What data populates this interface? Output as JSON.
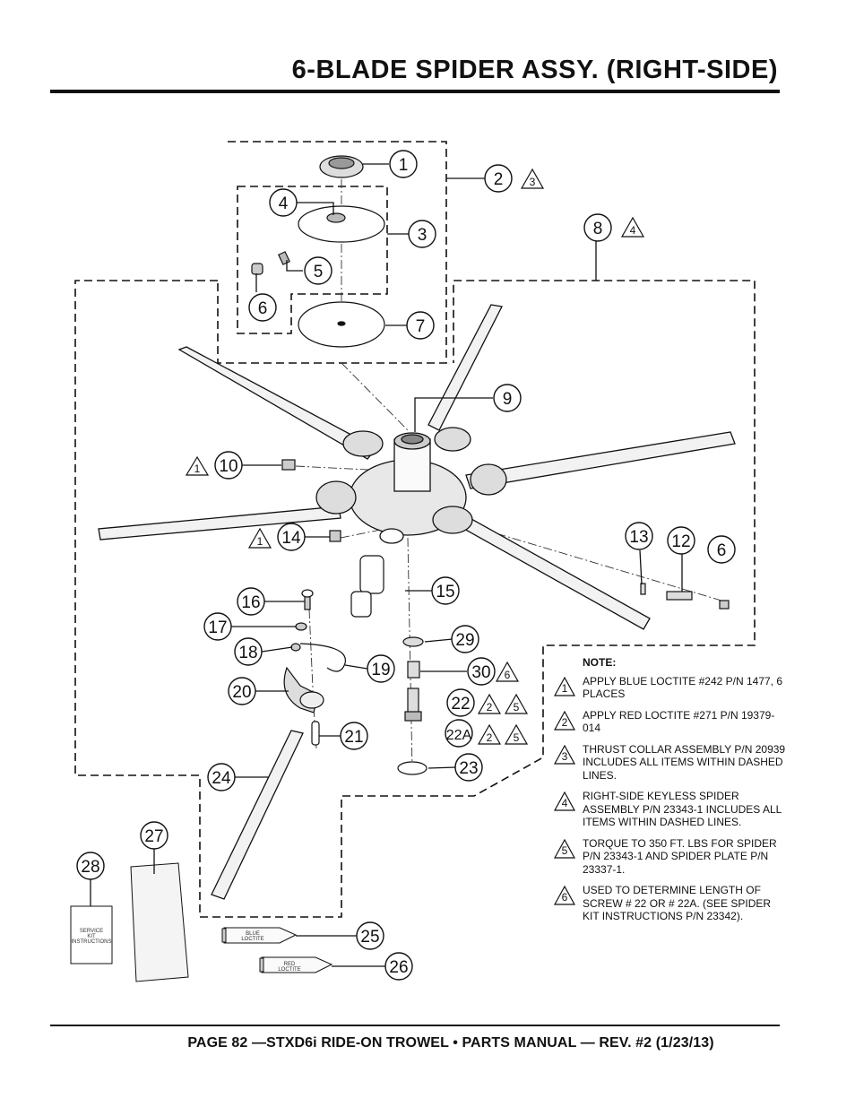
{
  "page_title": "6-BLADE SPIDER ASSY. (RIGHT-SIDE)",
  "footer": "PAGE 82 —STXD6i RIDE-ON TROWEL • PARTS MANUAL — REV. #2 (1/23/13)",
  "callouts": [
    "1",
    "2",
    "3",
    "4",
    "5",
    "6",
    "7",
    "8",
    "9",
    "10",
    "14",
    "13",
    "12",
    "6",
    "15",
    "16",
    "17",
    "18",
    "19",
    "20",
    "29",
    "30",
    "22",
    "22A",
    "21",
    "23",
    "24",
    "27",
    "28",
    "25",
    "26"
  ],
  "triangle_refs": [
    "3",
    "4",
    "1",
    "1",
    "6",
    "2",
    "5",
    "2",
    "5"
  ],
  "labels": {
    "service_kit": "SERVICE KIT INSTRUCTIONS",
    "blue_loctite": "BLUE LOCTITE",
    "red_loctite": "RED LOCTITE"
  },
  "notes": {
    "header": "NOTE:",
    "items": [
      {
        "num": "1",
        "text": "APPLY BLUE LOCTITE #242 P/N 1477, 6 PLACES"
      },
      {
        "num": "2",
        "text": "APPLY RED LOCTITE #271 P/N 19379-014"
      },
      {
        "num": "3",
        "text": "THRUST COLLAR ASSEMBLY P/N 20939 INCLUDES ALL ITEMS WITHIN DASHED LINES."
      },
      {
        "num": "4",
        "text": "RIGHT-SIDE KEYLESS SPIDER ASSEMBLY P/N 23343-1 INCLUDES ALL ITEMS WITHIN DASHED LINES."
      },
      {
        "num": "5",
        "text": "TORQUE TO 350 FT. LBS FOR SPIDER P/N 23343-1 AND SPIDER PLATE P/N 23337-1."
      },
      {
        "num": "6",
        "text": "USED TO DETERMINE LENGTH OF SCREW # 22 OR # 22A. (SEE SPIDER KIT INSTRUCTIONS P/N 23342)."
      }
    ]
  }
}
